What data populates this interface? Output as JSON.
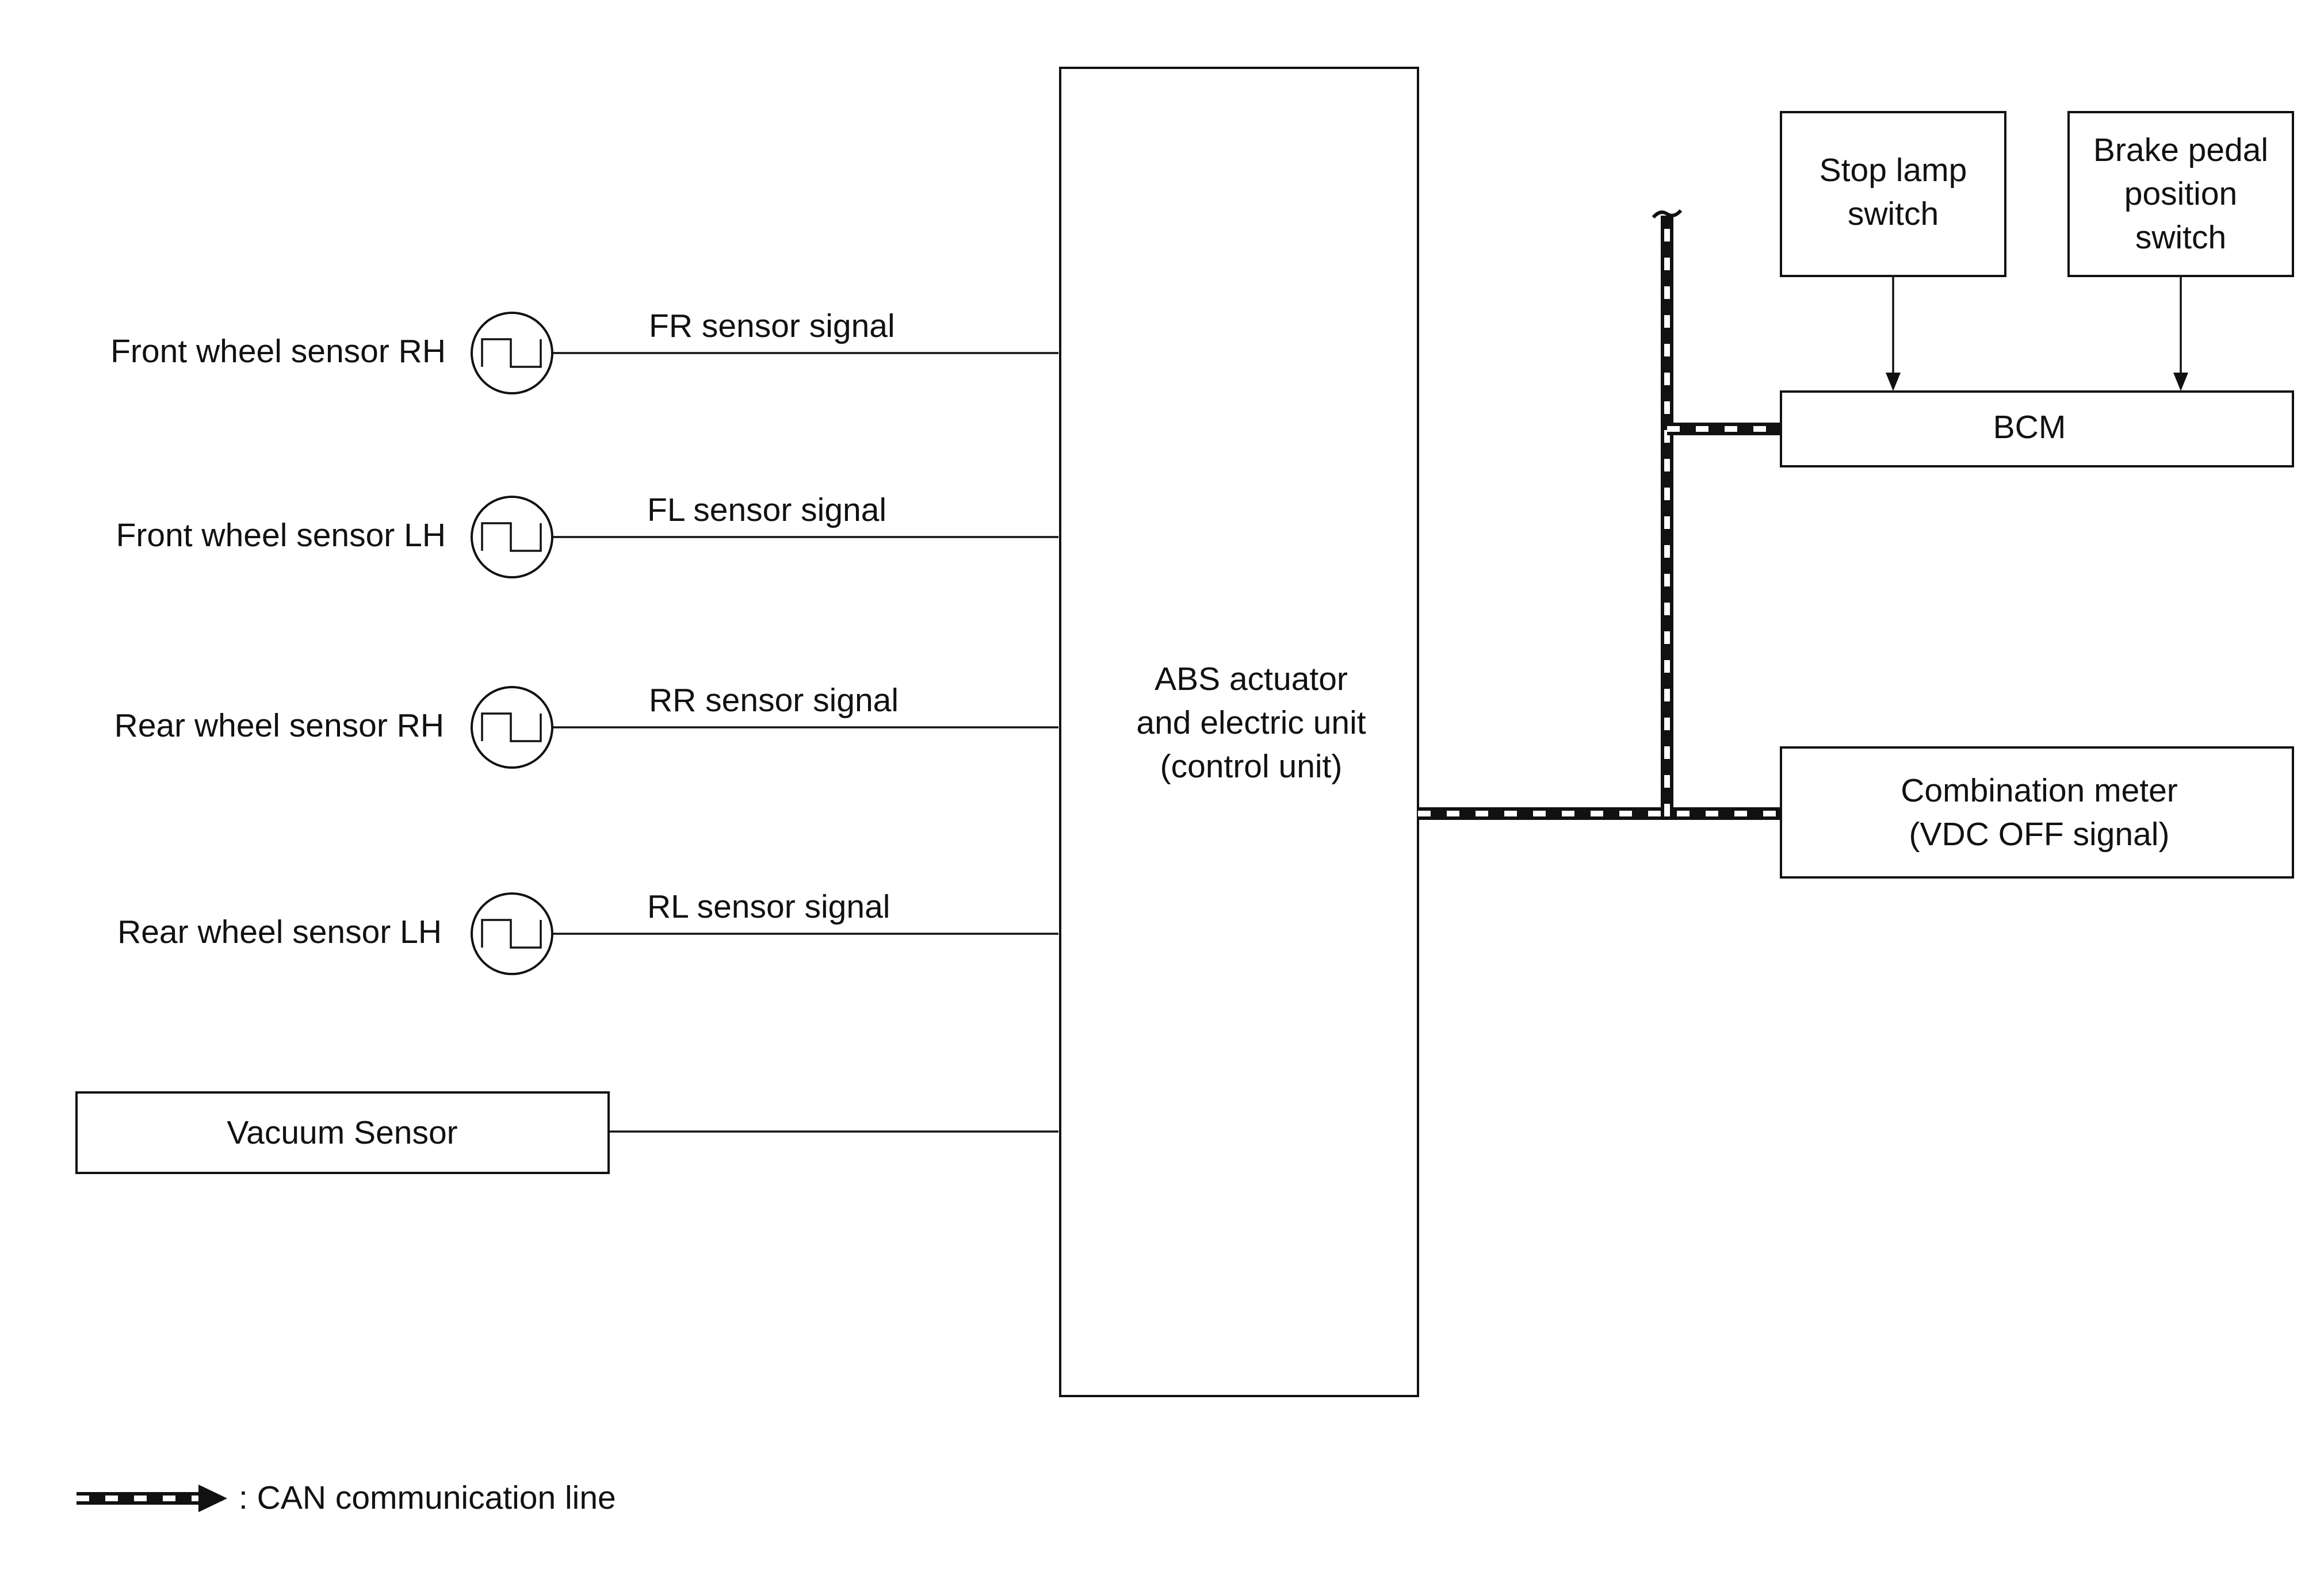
{
  "diagram": {
    "sensors": [
      {
        "label": "Front wheel sensor RH",
        "signal": "FR sensor signal"
      },
      {
        "label": "Front wheel sensor LH",
        "signal": "FL sensor signal"
      },
      {
        "label": "Rear wheel sensor RH",
        "signal": "RR sensor signal"
      },
      {
        "label": "Rear wheel sensor LH",
        "signal": "RL sensor signal"
      }
    ],
    "vacuum_sensor": "Vacuum Sensor",
    "abs_unit": {
      "lines": [
        "ABS actuator",
        "and electric unit",
        "(control unit)"
      ]
    },
    "stop_lamp_switch": {
      "lines": [
        "Stop lamp",
        "switch"
      ]
    },
    "brake_pedal_switch": {
      "lines": [
        "Brake pedal",
        "position",
        "switch"
      ]
    },
    "bcm": "BCM",
    "combination_meter": {
      "lines": [
        "Combination meter",
        "(VDC OFF signal)"
      ]
    },
    "legend": {
      "text": ": CAN communication line"
    },
    "colors": {
      "line": "#111111",
      "background": "#ffffff"
    }
  }
}
